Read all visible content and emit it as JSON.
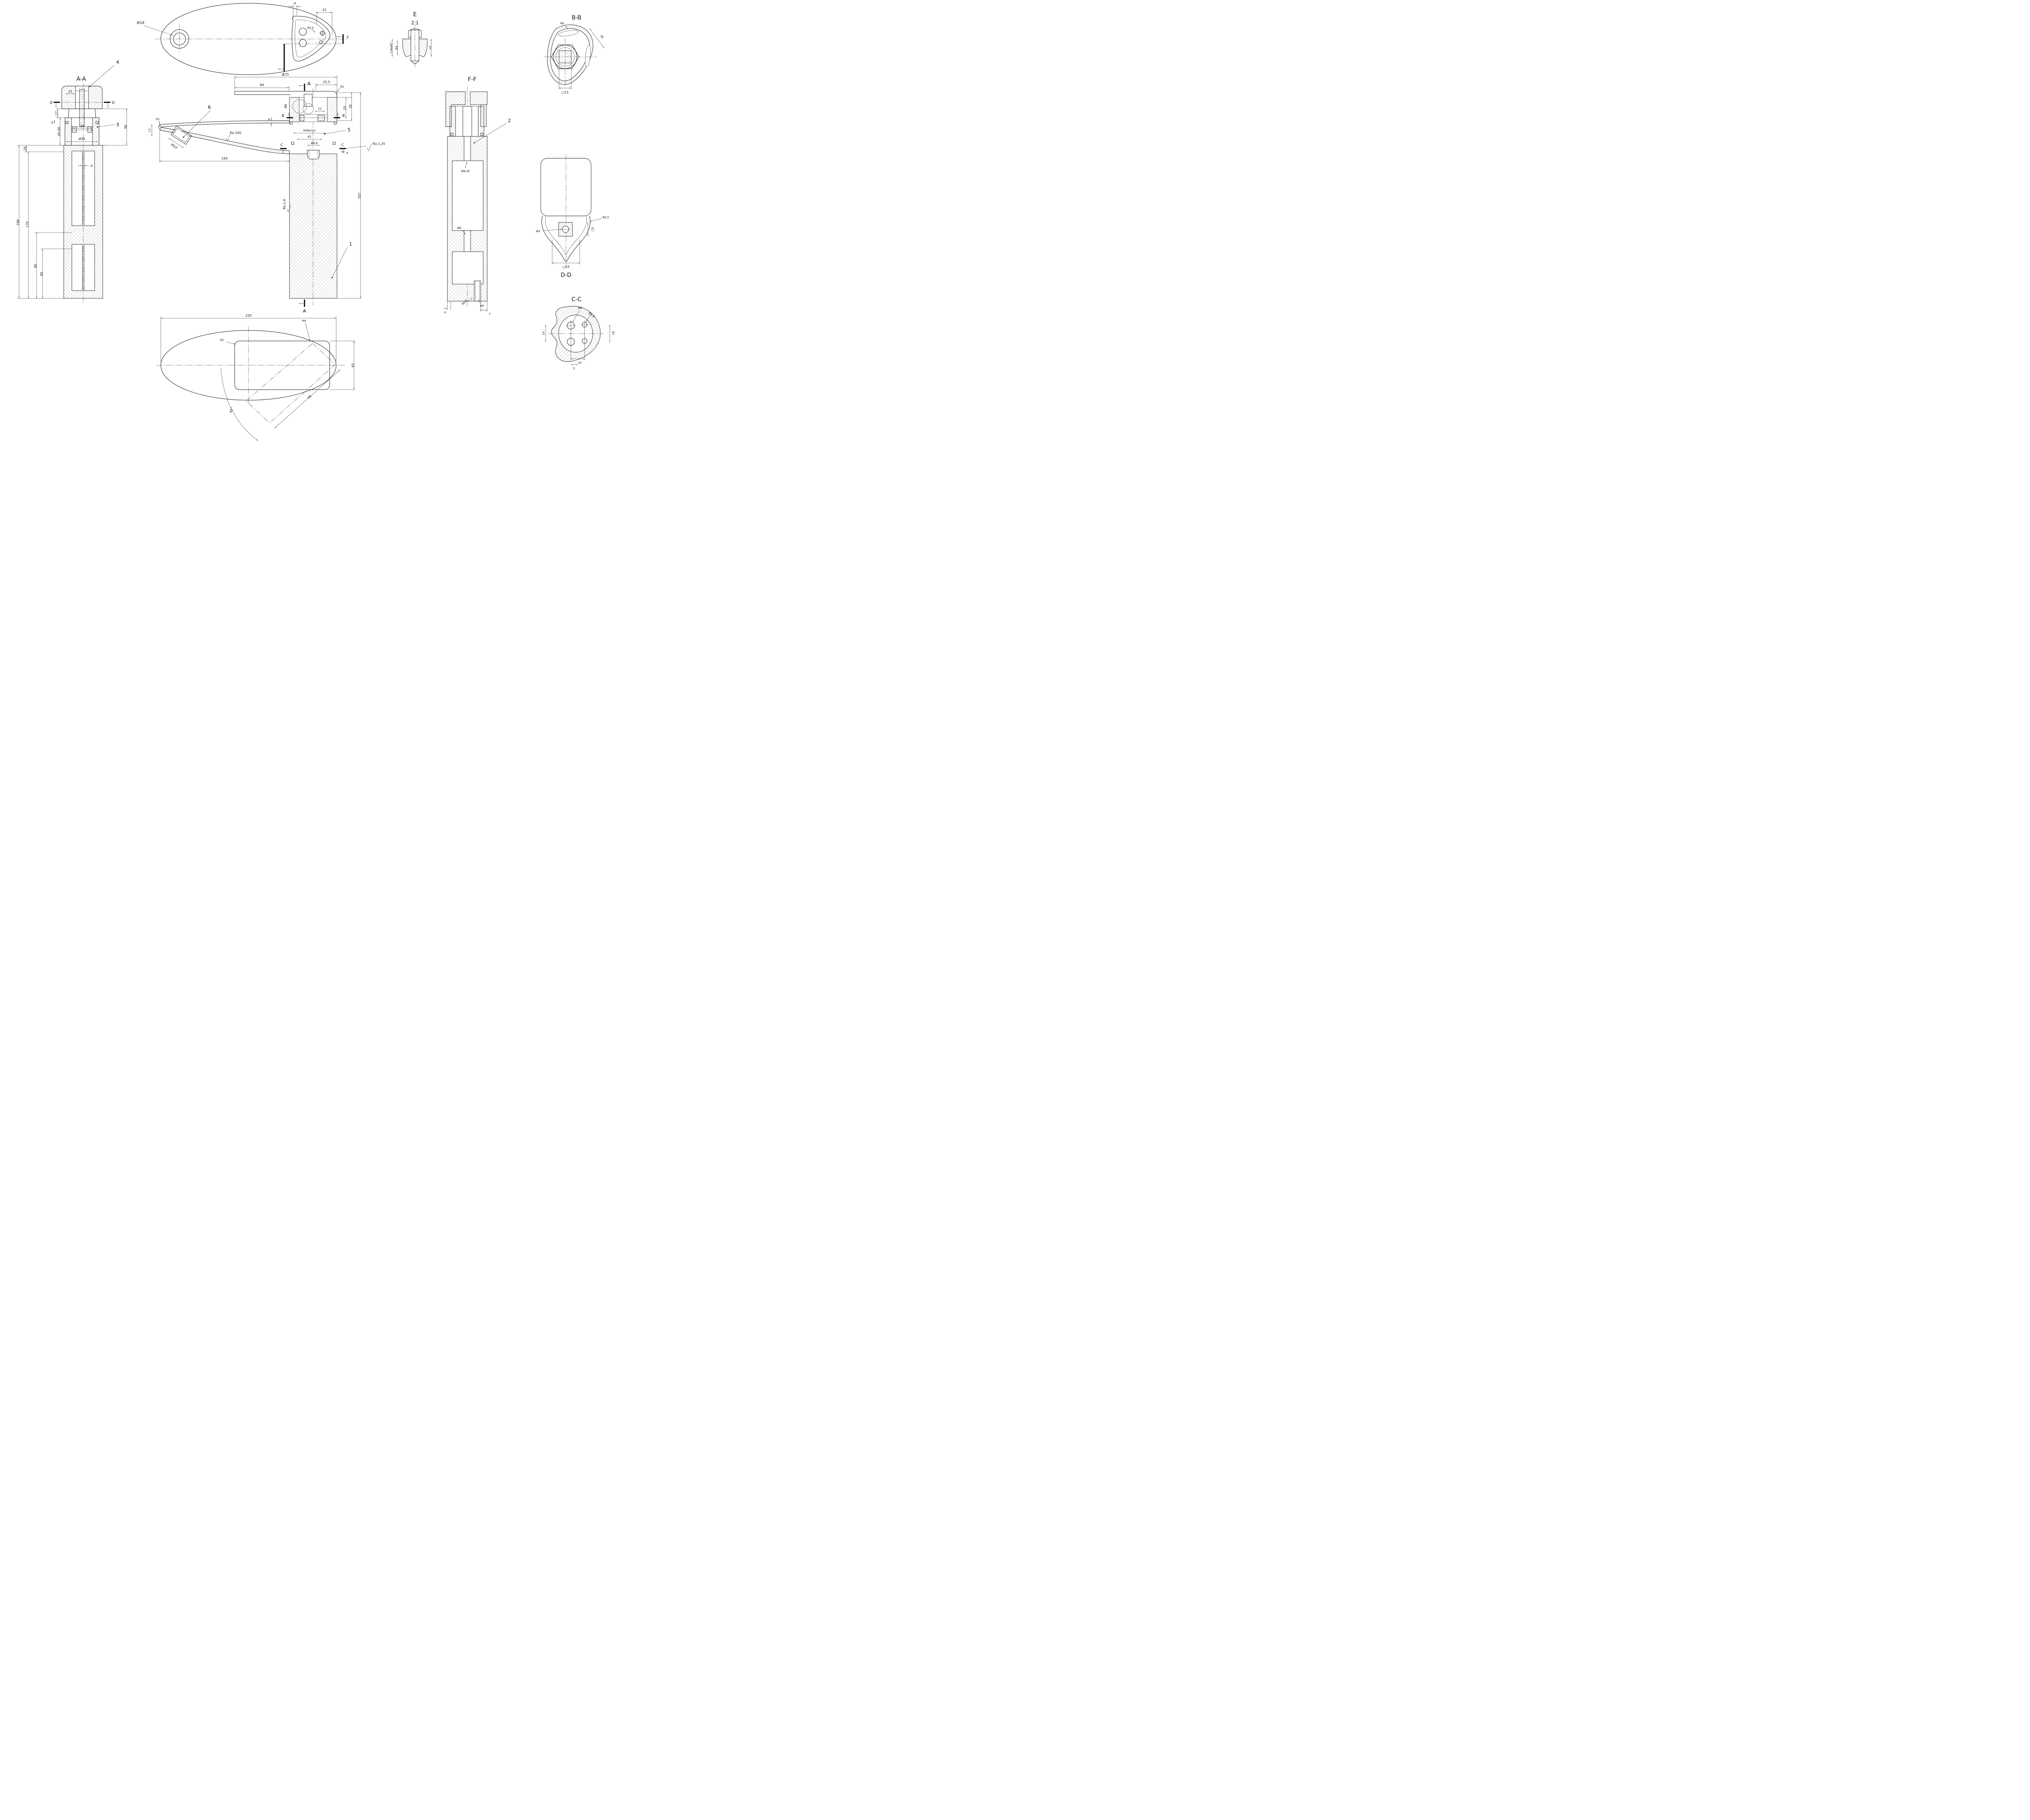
{
  "sheet": {
    "bg": "#ffffff",
    "line": "#1a1a1a"
  },
  "balloons": {
    "b1": "1",
    "b2": "2",
    "b3": "3",
    "b4": "4",
    "b5": "5",
    "b6": "6"
  },
  "markers": {
    "a": "A",
    "b": "B",
    "c": "C",
    "d": "D",
    "e": "E",
    "f": "F"
  },
  "views": {
    "section_aa": {
      "title": "A-A",
      "dims": {
        "d15": "15",
        "d17": "17",
        "d3": "3",
        "d24": "24",
        "dia35": "Ø35",
        "d20": "20,00",
        "d38": "38",
        "d16": "16",
        "d186": "186",
        "d170": "170",
        "d80": "80",
        "d60": "60",
        "d4": "4"
      }
    },
    "top_view": {
      "dims": {
        "dia18": "Ø18",
        "d4": "4",
        "d22": "22",
        "r05": "R0,5"
      }
    },
    "main_view": {
      "dims": {
        "d125": "125",
        "d69": "69",
        "d255": "25,5",
        "r2": "R2",
        "d25": "25",
        "d35": "35",
        "d12": "12",
        "d4": "4",
        "d4b": "4",
        "m36": "M36x1,5",
        "d42": "42",
        "dia48": "Ø4,8",
        "ra125": "Ra 1,25",
        "ra100": "Ra 100",
        "ra16": "Ra 1,6",
        "d164": "164",
        "d257": "257",
        "m10": "M10",
        "d17": "17",
        "r1": "R1"
      }
    },
    "detail_e": {
      "title": "E",
      "scale": "2:1",
      "dims": {
        "ch": "7,6x45°",
        "dia4": "Ø4",
        "d14": "14"
      }
    },
    "section_bb": {
      "title": "B-B",
      "dims": {
        "r6": "R6",
        "d28": "28",
        "sq11": "□11"
      }
    },
    "section_ff": {
      "title": "F-F",
      "dims": {
        "dia800": "Ø8,00",
        "dia8": "Ø8",
        "r05": "R0,5",
        "m5": "M5",
        "d4": "4",
        "d7": "7"
      }
    },
    "section_dd": {
      "title": "D-D",
      "dims": {
        "r05": "R0,5",
        "dia4": "Ø4",
        "sq5": "□5",
        "sq15": "□15"
      }
    },
    "section_cc": {
      "title": "C-C",
      "dims": {
        "dia8": "Ø8",
        "dia48": "Ø4,8",
        "d14": "14",
        "d18": "18",
        "d10": "10",
        "d5": "5"
      }
    },
    "bottom_view": {
      "dims": {
        "d220": "220",
        "d62": "62",
        "d94": "94",
        "r2": "R2",
        "r9": "R9",
        "a45": "45°"
      }
    }
  }
}
